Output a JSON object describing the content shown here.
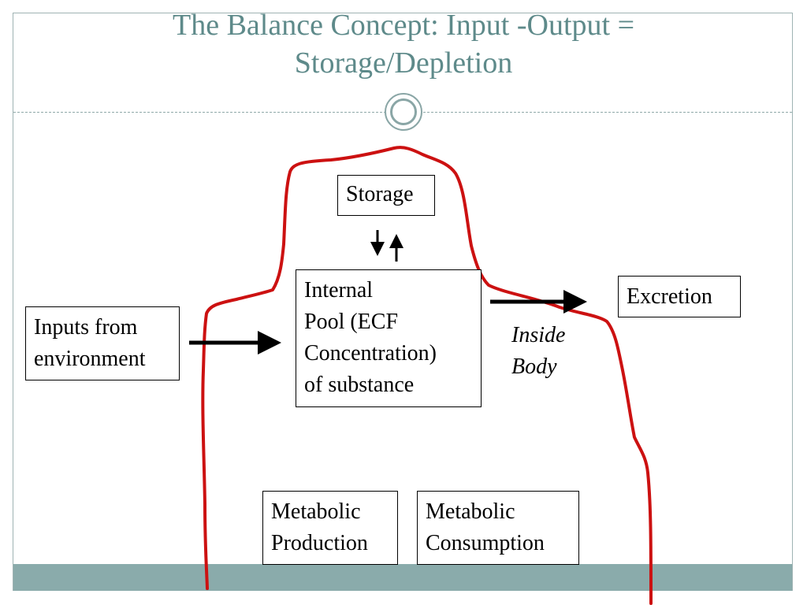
{
  "slide": {
    "title": {
      "line1": "The Balance Concept: Input -Output =",
      "line2": "Storage/Depletion"
    }
  },
  "diagram": {
    "storage": "Storage",
    "inputs": {
      "line1": "Inputs from",
      "line2": "environment"
    },
    "internal_pool": {
      "line1": "Internal",
      "line2": "Pool (ECF",
      "line3": "Concentration)",
      "line4": "of substance"
    },
    "excretion": "Excretion",
    "inside_body": {
      "line1": "Inside",
      "line2": "Body"
    },
    "metabolic_production": {
      "line1": "Metabolic",
      "line2": "Production"
    },
    "metabolic_consumption": {
      "line1": "Metabolic",
      "line2": "Consumption"
    }
  },
  "colors": {
    "title": "#5e8a8a",
    "boundary": "#cc1111",
    "footer": "#8aabab",
    "frame": "#9fb3b3"
  },
  "icons": {
    "ornament": "double-circle-ornament"
  }
}
